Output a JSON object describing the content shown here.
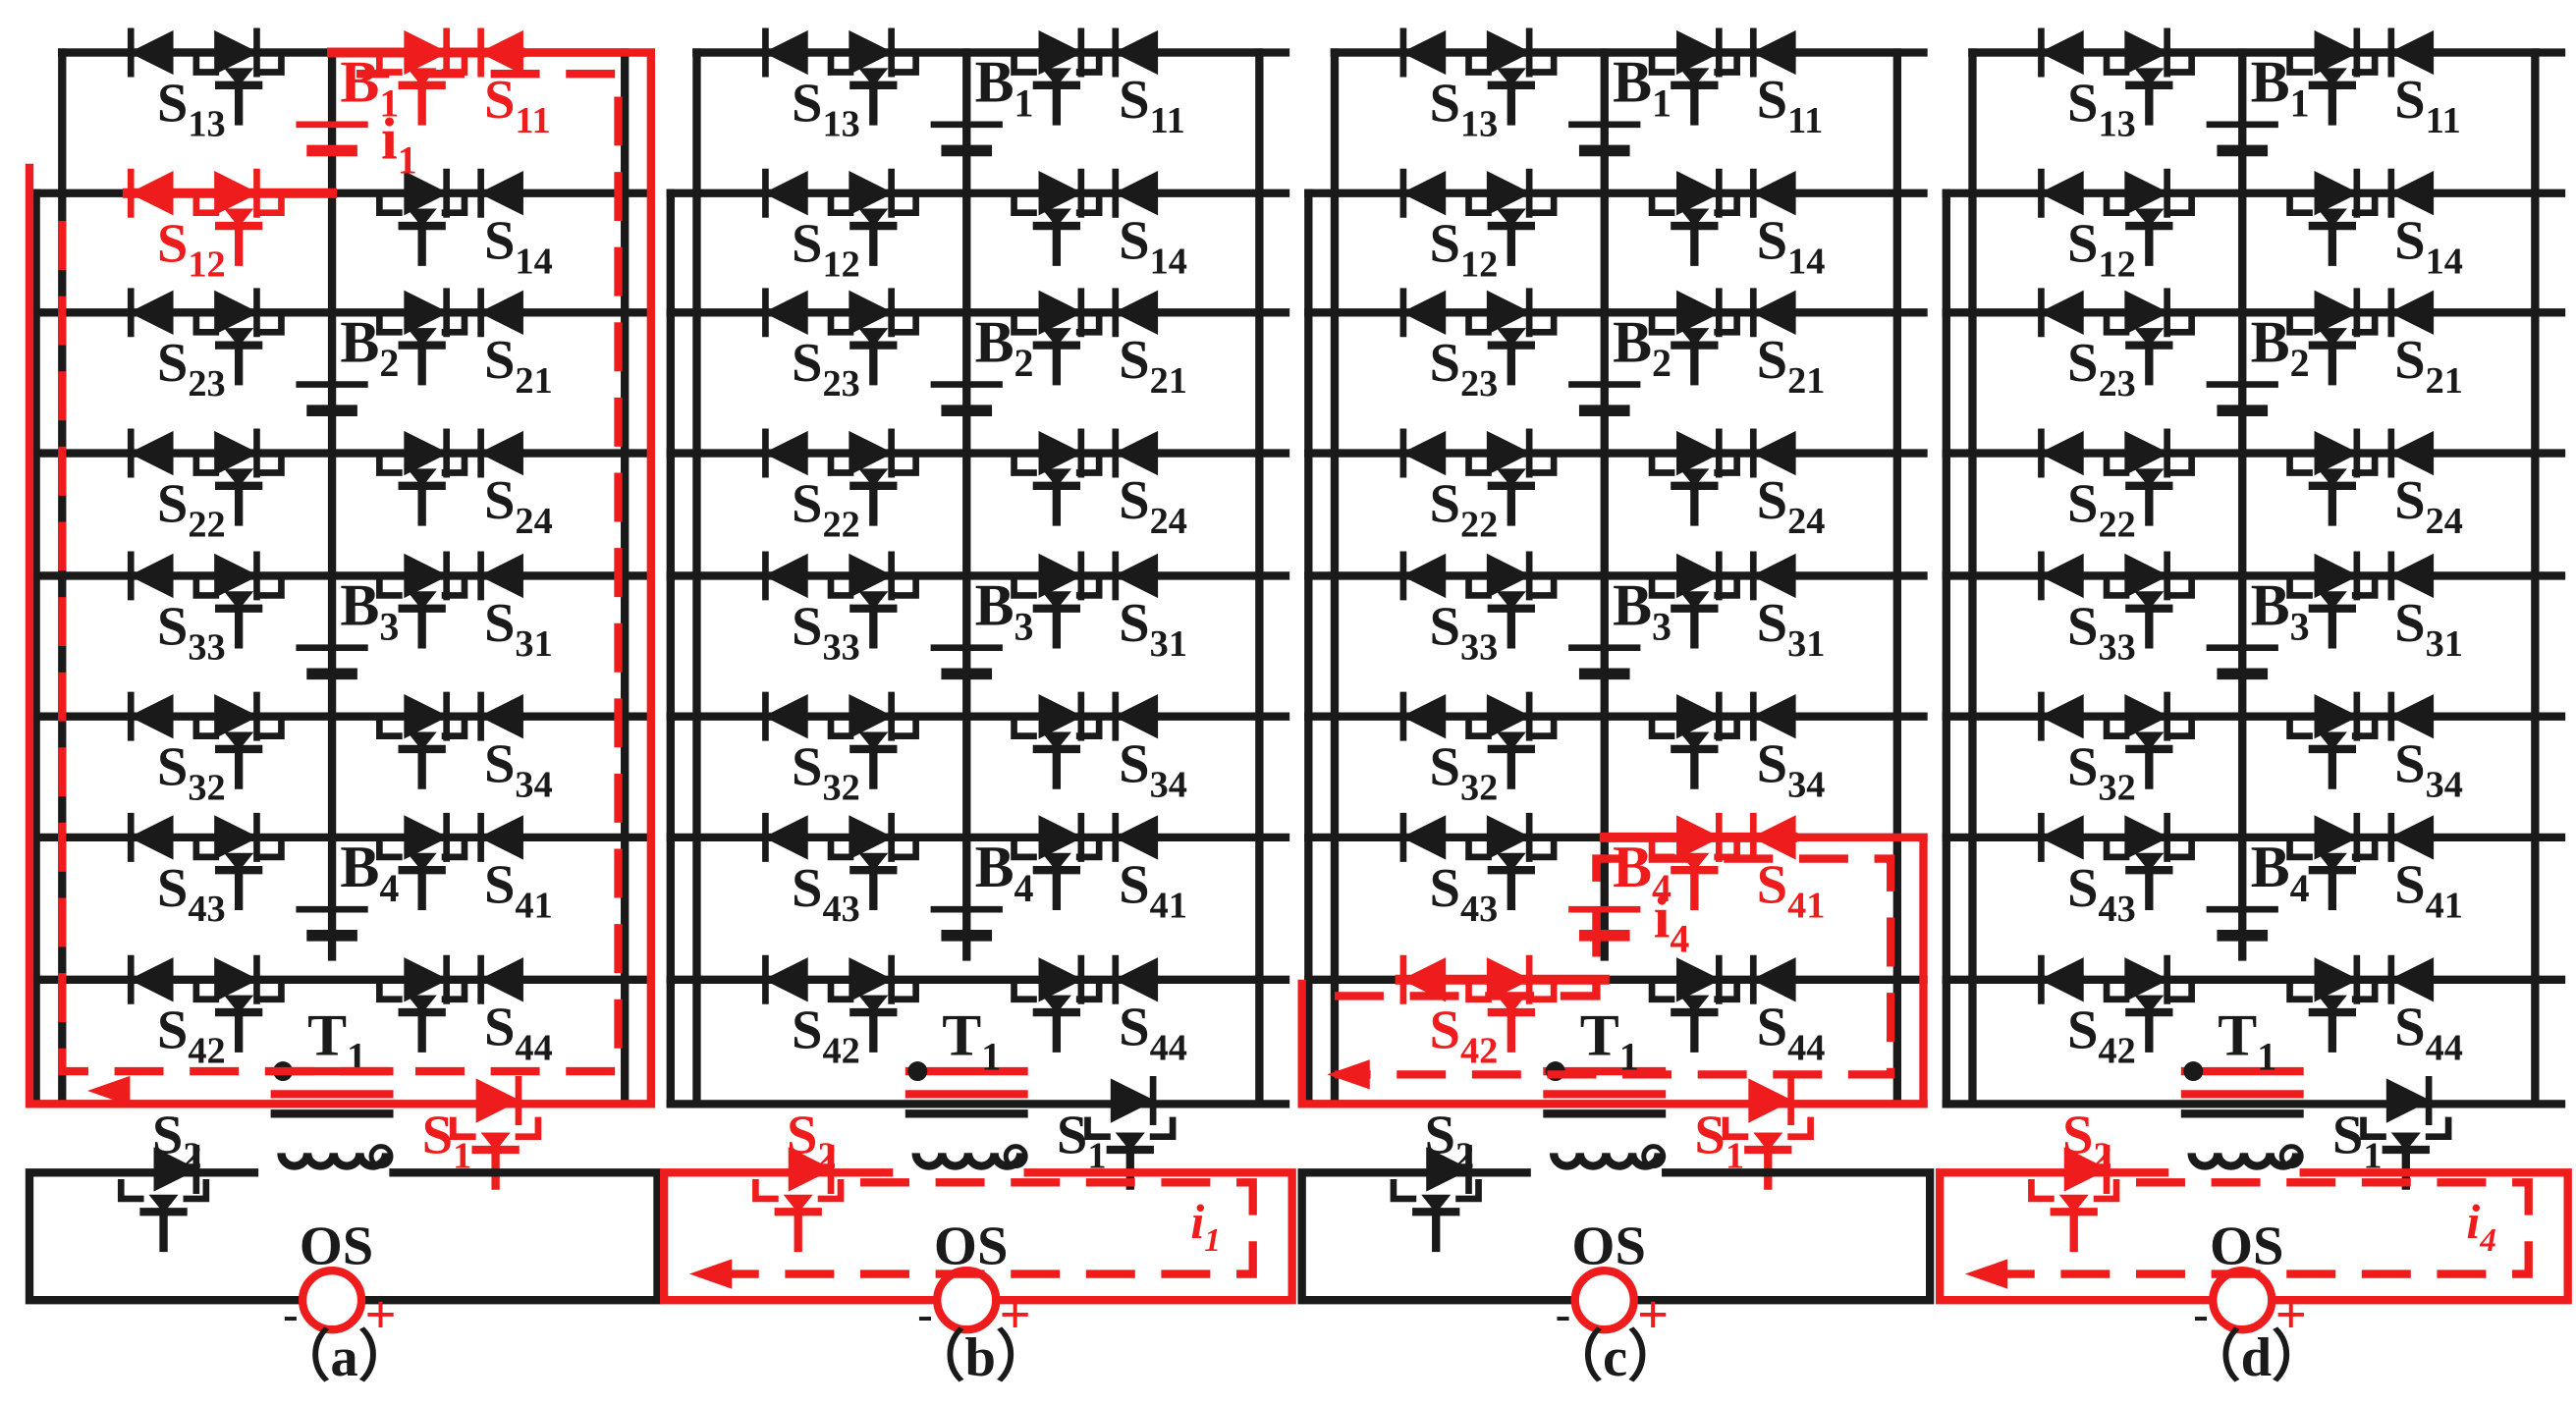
{
  "colors": {
    "normal": "#1a1a1a",
    "active": "#ee1c1c",
    "background": "#ffffff"
  },
  "panels": [
    {
      "caption": "（a）",
      "active_cells": [
        "B1"
      ],
      "active_switches": [
        "S11",
        "S12",
        "S1"
      ],
      "inner_loop": "top",
      "inner_current": {
        "base": "i",
        "sub": "1",
        "prime": false
      },
      "os_loop": false,
      "os_current": null
    },
    {
      "caption": "（b）",
      "active_cells": [],
      "active_switches": [
        "S2"
      ],
      "inner_loop": null,
      "inner_current": null,
      "os_loop": true,
      "os_current": {
        "base": "i",
        "sub": "1",
        "prime": true
      }
    },
    {
      "caption": "（c）",
      "active_cells": [
        "B4"
      ],
      "active_switches": [
        "S41",
        "S42",
        "S1"
      ],
      "inner_loop": "bottom",
      "inner_current": {
        "base": "i",
        "sub": "4",
        "prime": false
      },
      "os_loop": false,
      "os_current": null
    },
    {
      "caption": "（d）",
      "active_cells": [],
      "active_switches": [
        "S2"
      ],
      "inner_loop": null,
      "inner_current": null,
      "os_loop": true,
      "os_current": {
        "base": "i",
        "sub": "4",
        "prime": true
      }
    }
  ],
  "cells": [
    {
      "label": "B",
      "sub": "1",
      "top": {
        "left": "13",
        "right": "11"
      },
      "bottom": {
        "left": "12",
        "right": "14"
      }
    },
    {
      "label": "B",
      "sub": "2",
      "top": {
        "left": "23",
        "right": "21"
      },
      "bottom": {
        "left": "22",
        "right": "24"
      }
    },
    {
      "label": "B",
      "sub": "3",
      "top": {
        "left": "33",
        "right": "31"
      },
      "bottom": {
        "left": "32",
        "right": "34"
      }
    },
    {
      "label": "B",
      "sub": "4",
      "top": {
        "left": "43",
        "right": "41"
      },
      "bottom": {
        "left": "42",
        "right": "44"
      }
    }
  ],
  "switch_prefix": "S",
  "transformer": {
    "label": "T",
    "sub": "1"
  },
  "primary_switch": {
    "label": "S",
    "sub": "1"
  },
  "secondary_switch": {
    "label": "S",
    "sub": "2"
  },
  "source": {
    "label": "OS",
    "plus": "+",
    "minus": "-"
  }
}
